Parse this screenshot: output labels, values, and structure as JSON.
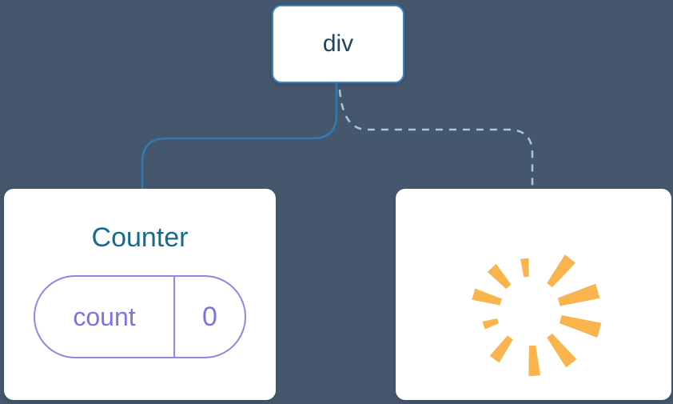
{
  "diagram": {
    "description": "Component tree diagram: a div root with a Counter child (state pill) and a removed child shown as a poof burst"
  },
  "tree": {
    "root": {
      "label": "div"
    },
    "children": [
      {
        "type": "component",
        "title": "Counter",
        "state": {
          "key": "count",
          "value": "0"
        },
        "connector": "solid"
      },
      {
        "type": "removed-component",
        "icon": "poof-burst-icon",
        "connector": "dashed"
      }
    ]
  },
  "colors": {
    "background": "#45576d",
    "card_background": "#ffffff",
    "root_node_border": "#3b86bd",
    "root_label_text": "#23455c",
    "connector_solid": "#2e7cb5",
    "connector_dashed": "#a9c6dd",
    "component_title_text": "#156a8f",
    "state_pill_border": "#8d88e8",
    "state_pill_text": "#7a75e6",
    "poof_burst": "#f9b44e"
  }
}
